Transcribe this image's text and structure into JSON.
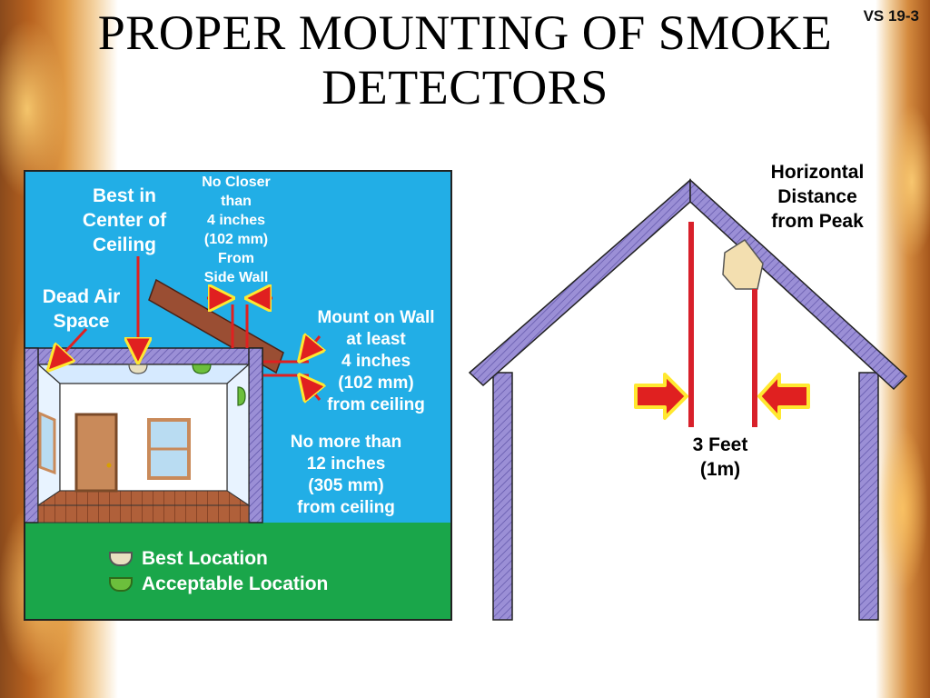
{
  "slide": {
    "title": "PROPER MOUNTING OF SMOKE DETECTORS",
    "id": "VS 19-3"
  },
  "left_panel": {
    "best_center": "Best in Center of Ceiling",
    "best_center_lines": [
      "Best in",
      "Center of",
      "Ceiling"
    ],
    "dead_air_lines": [
      "Dead Air",
      "Space"
    ],
    "no_closer_lines": [
      "No Closer",
      "than",
      "4 inches",
      "(102 mm)",
      "From",
      "Side Wall"
    ],
    "mount_wall_lines": [
      "Mount on Wall",
      "at least",
      "4 inches",
      "(102 mm)",
      "from ceiling"
    ],
    "no_more_lines": [
      "No more than",
      "12 inches",
      "(305 mm)",
      "from ceiling"
    ],
    "legend": [
      {
        "label": "Best Location",
        "color": "#e8e0c0"
      },
      {
        "label": "Acceptable Location",
        "color": "#6cbf3c"
      }
    ]
  },
  "right_panel": {
    "horizontal_lines": [
      "Horizontal",
      "Distance",
      "from Peak"
    ],
    "feet_lines": [
      "3 Feet",
      "(1m)"
    ]
  },
  "colors": {
    "sky": "#22aee6",
    "ground": "#1aa64a",
    "wall_purple": "#9b8fd6",
    "arrow_red": "#e02020",
    "arrow_yellow": "#ffe830",
    "measure_red": "#d8202a"
  }
}
